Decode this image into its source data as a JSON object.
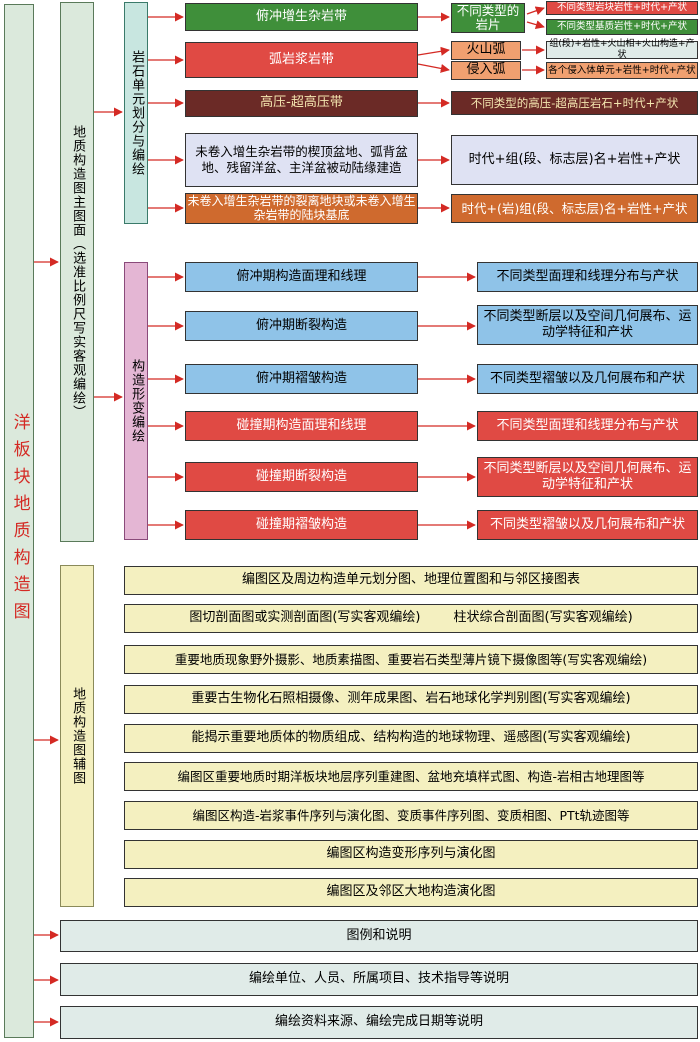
{
  "root": "洋板块地质构造图",
  "main_map": "地质构造图主图面（选准比例尺写实客观编绘）",
  "aux_map": "地质构造图辅图",
  "rock_unit": "岩石单元划分与编绘",
  "deform": "构造形变编绘",
  "accretion": "俯冲增生杂岩带",
  "fragment": "不同类型的岩片",
  "frag_block": "不同类型岩块岩性+时代+产状",
  "frag_matrix": "不同类型基质岩性+时代+产状",
  "arc_belt": "弧岩浆岩带",
  "volcanic_arc": "火山弧",
  "intrusive_arc": "侵入弧",
  "volcanic_desc": "组(段)+岩性+火山相+火山构造+产状",
  "intrusive_desc": "各个侵入体单元+岩性+时代+产状",
  "hp": "高压-超高压带",
  "hp_desc": "不同类型的高压-超高压岩石+时代+产状",
  "basins": "未卷入增生杂岩带的楔顶盆地、弧背盆地、残留洋盆、主洋盆被动陆缘建造",
  "basins_desc": "时代+组(段、标志层)名+岩性+产状",
  "blocks": "未卷入增生杂岩带的裂离地块或未卷入增生杂岩带的陆块基底",
  "blocks_desc": "时代+(岩)组(段、标志层)名+岩性+产状",
  "sub_foliation": "俯冲期构造面理和线理",
  "sub_fault": "俯冲期断裂构造",
  "sub_fold": "俯冲期褶皱构造",
  "col_foliation": "碰撞期构造面理和线理",
  "col_fault": "碰撞期断裂构造",
  "col_fold": "碰撞期褶皱构造",
  "foliation_desc": "不同类型面理和线理分布与产状",
  "fault_desc": "不同类型断层以及空间几何展布、运动学特征和产状",
  "fold_desc": "不同类型褶皱以及几何展布和产状",
  "aux_items": [
    "编图区及周边构造单元划分图、地理位置图和与邻区接图表",
    "图切剖面图或实测剖面图(写实客观编绘)        柱状综合剖面图(写实客观编绘)",
    "重要地质现象野外摄影、地质素描图、重要岩石类型薄片镜下摄像图等(写实客观编绘)",
    "重要古生物化石照相摄像、测年成果图、岩石地球化学判别图(写实客观编绘)",
    "能揭示重要地质体的物质组成、结构构造的地球物理、遥感图(写实客观编绘)",
    "编图区重要地质时期洋板块地层序列重建图、盆地充填样式图、构造-岩相古地理图等",
    "编图区构造-岩浆事件序列与演化图、变质事件序列图、变质相图、PTt轨迹图等",
    "编图区构造变形序列与演化图",
    "编图区及邻区大地构造演化图"
  ],
  "legend": "图例和说明",
  "unit": "编绘单位、人员、所属项目、技术指导等说明",
  "source": "编绘资料来源、编绘完成日期等说明"
}
